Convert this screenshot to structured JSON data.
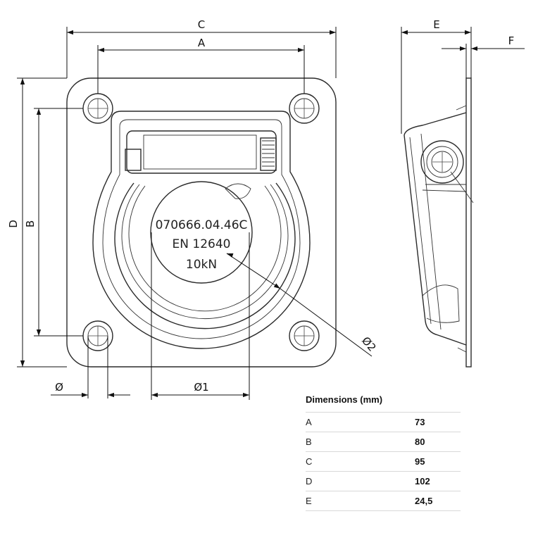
{
  "labels": {
    "C": "C",
    "A": "A",
    "D": "D",
    "B": "B",
    "E": "E",
    "F": "F",
    "phi": "Ø",
    "phi1": "Ø1",
    "phi2": "Ø2"
  },
  "engraving": {
    "line1": "070666.04.46C",
    "line2": "EN 12640",
    "line3": "10kN"
  },
  "table": {
    "title": "Dimensions (mm)",
    "rows": [
      {
        "key": "A",
        "value": "73"
      },
      {
        "key": "B",
        "value": "80"
      },
      {
        "key": "C",
        "value": "95"
      },
      {
        "key": "D",
        "value": "102"
      },
      {
        "key": "E",
        "value": "24,5"
      }
    ]
  }
}
